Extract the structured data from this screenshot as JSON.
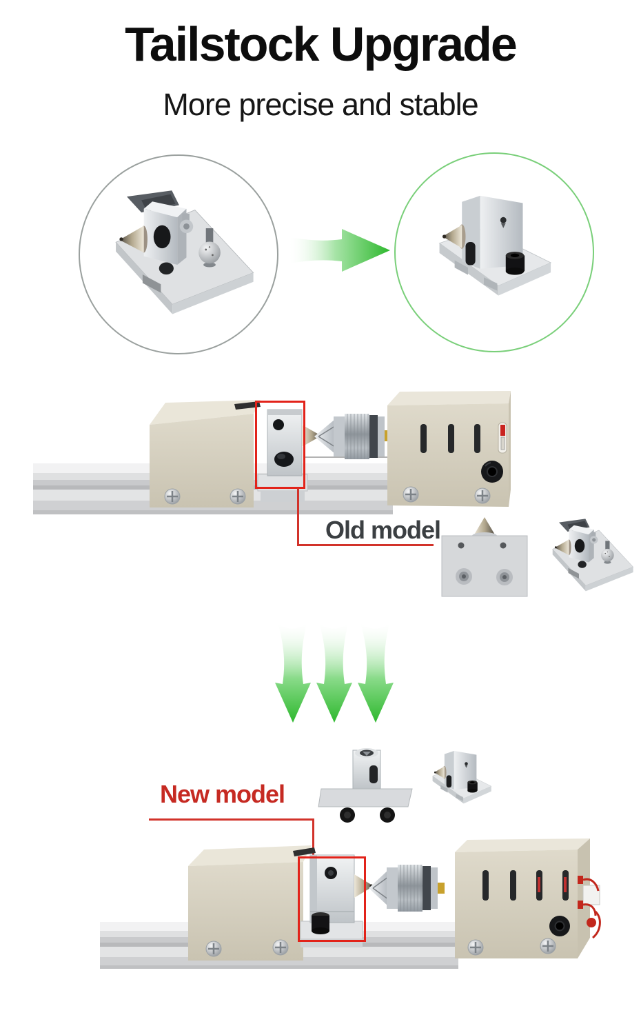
{
  "header": {
    "title": "Tailstock Upgrade",
    "subtitle": "More precise and stable"
  },
  "labels": {
    "old_model": "Old model",
    "new_model": "New model"
  },
  "colors": {
    "title_black": "#0D0D0D",
    "accent_red_line": "#D2322A",
    "highlight_box_red": "#E2231A",
    "label_red": "#C62A22",
    "label_gray": "#3B3F42",
    "arrow_green": "#2EB82E",
    "circle_border_green": "#79CF79",
    "circle_border_gray": "#9AA09E",
    "machine_beige": "#D9D4C5",
    "metal_light": "#E8EAEC"
  },
  "icons": {
    "upgrade_arrow_right": "green gradient arrow pointing right",
    "upgrade_arrows_down": "three green gradient arrows pointing down"
  }
}
